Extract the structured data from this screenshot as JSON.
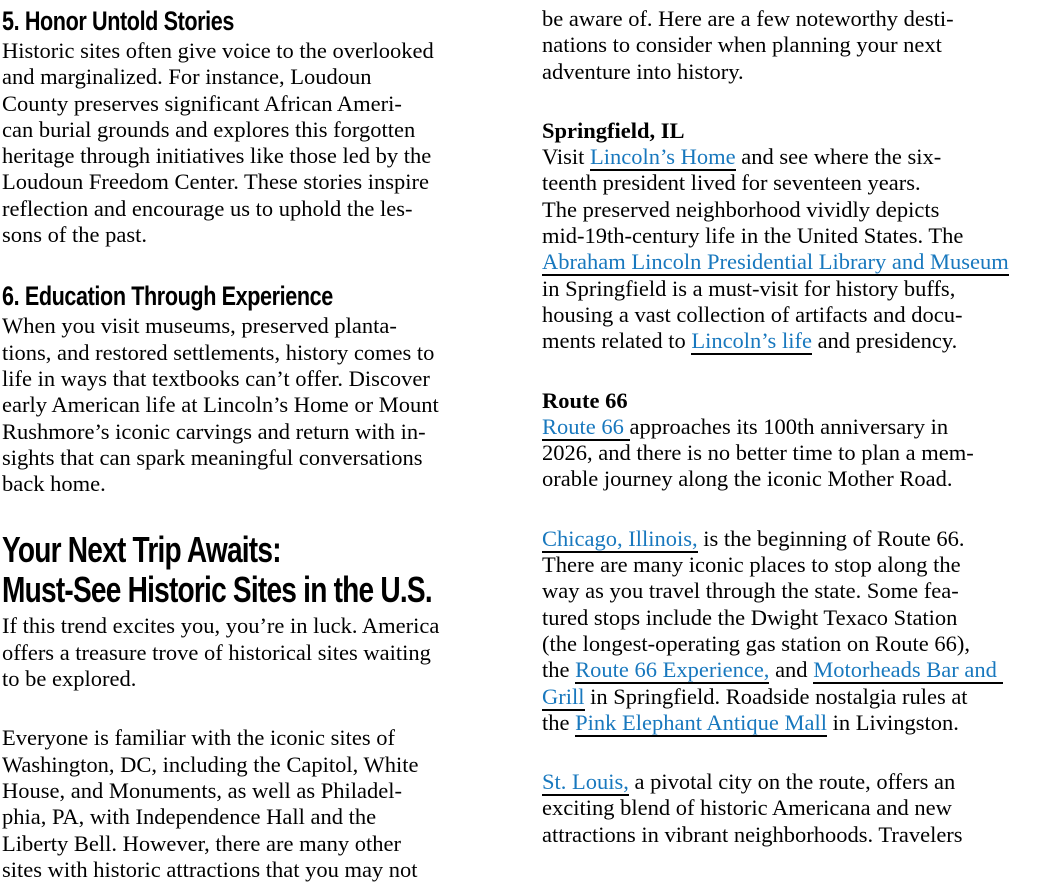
{
  "document": {
    "background": "#ffffff",
    "text_color": "#000000",
    "link_color": "#1878be",
    "link_underline_color": "#000000",
    "columns": [
      {
        "blocks": [
          {
            "type": "h-sans",
            "name": "section-5-heading",
            "lines": [
              [
                {
                  "t": "5. Honor Untold Stories"
                }
              ]
            ]
          },
          {
            "type": "para",
            "name": "section-5-paragraph",
            "lines": [
              [
                {
                  "t": "Historic sites often give voice to the overlooked"
                }
              ],
              [
                {
                  "t": "and marginalized. For instance, Loudoun"
                }
              ],
              [
                {
                  "t": "County preserves significant African Ameri-"
                }
              ],
              [
                {
                  "t": "can burial grounds and explores this forgotten"
                }
              ],
              [
                {
                  "t": "heritage through initiatives like those led by the"
                }
              ],
              [
                {
                  "t": "Loudoun Freedom Center. These stories inspire"
                }
              ],
              [
                {
                  "t": "reflection and encourage us to uphold the les-"
                }
              ],
              [
                {
                  "t": "sons of the past."
                }
              ]
            ]
          },
          {
            "type": "h-sans",
            "name": "section-6-heading",
            "lines": [
              [
                {
                  "t": "6. Education Through Experience"
                }
              ]
            ]
          },
          {
            "type": "para",
            "name": "section-6-paragraph",
            "lines": [
              [
                {
                  "t": "When you visit museums, preserved planta-"
                }
              ],
              [
                {
                  "t": "tions, and restored settlements, history comes to"
                }
              ],
              [
                {
                  "t": "life in ways that textbooks can’t offer. Discover"
                }
              ],
              [
                {
                  "t": "early American life at Lincoln’s Home or Mount"
                }
              ],
              [
                {
                  "t": "Rushmore’s iconic carvings and return with in-"
                }
              ],
              [
                {
                  "t": "sights that can spark meaningful conversations"
                }
              ],
              [
                {
                  "t": "back home."
                }
              ]
            ]
          },
          {
            "type": "h-sans-xl",
            "name": "next-trip-title",
            "lines": [
              [
                {
                  "t": "Your Next Trip Awaits:"
                }
              ],
              [
                {
                  "t": "Must-See Historic Sites in the U.S."
                }
              ]
            ]
          },
          {
            "type": "para",
            "name": "intro-paragraph",
            "lines": [
              [
                {
                  "t": "If this trend excites you, you’re in luck. America"
                }
              ],
              [
                {
                  "t": "offers a treasure trove of historical sites waiting"
                }
              ],
              [
                {
                  "t": "to be explored."
                }
              ]
            ]
          },
          {
            "type": "para",
            "name": "iconic-sites-paragraph",
            "lines": [
              [
                {
                  "t": "Everyone is familiar with the iconic sites of"
                }
              ],
              [
                {
                  "t": "Washington, DC, including the Capitol, White"
                }
              ],
              [
                {
                  "t": "House, and Monuments, as well as Philadel-"
                }
              ],
              [
                {
                  "t": "phia, PA, with Independence Hall and the"
                }
              ],
              [
                {
                  "t": "Liberty Bell. However, there are many other"
                }
              ],
              [
                {
                  "t": "sites with historic attractions that you may not"
                }
              ]
            ]
          }
        ]
      },
      {
        "blocks": [
          {
            "type": "para",
            "name": "continuation-paragraph",
            "lines": [
              [
                {
                  "t": "be aware of. Here are a few noteworthy desti-"
                }
              ],
              [
                {
                  "t": "nations to consider when planning your next"
                }
              ],
              [
                {
                  "t": "adventure into history."
                }
              ]
            ]
          },
          {
            "type": "h-serif",
            "name": "springfield-heading",
            "lines": [
              [
                {
                  "t": "Springfield, IL"
                }
              ]
            ]
          },
          {
            "type": "para",
            "name": "springfield-paragraph",
            "lines": [
              [
                {
                  "t": "Visit "
                },
                {
                  "t": "Lincoln’s Home",
                  "link": "lincolns-home"
                },
                {
                  "t": " and see where the six-"
                }
              ],
              [
                {
                  "t": "teenth president lived for seventeen years."
                }
              ],
              [
                {
                  "t": "The preserved neighborhood vividly depicts"
                }
              ],
              [
                {
                  "t": "mid-19th-century life in the United States. The"
                }
              ],
              [
                {
                  "t": "Abraham Lincoln Presidential Library and Museum",
                  "link": "abraham-lincoln-presidential-library-and-museum"
                }
              ],
              [
                {
                  "t": "in Springfield is a must-visit for history buffs,"
                }
              ],
              [
                {
                  "t": "housing a vast collection of artifacts and docu-"
                }
              ],
              [
                {
                  "t": "ments related to "
                },
                {
                  "t": "Lincoln’s life",
                  "link": "lincolns-life"
                },
                {
                  "t": " and presidency."
                }
              ]
            ]
          },
          {
            "type": "h-serif",
            "name": "route-66-heading",
            "lines": [
              [
                {
                  "t": "Route 66"
                }
              ]
            ]
          },
          {
            "type": "para",
            "name": "route-66-paragraph",
            "lines": [
              [
                {
                  "t": "Route 66 ",
                  "link": "route-66"
                },
                {
                  "t": "approaches its 100th anniversary in"
                }
              ],
              [
                {
                  "t": "2026, and there is no better time to plan a mem-"
                }
              ],
              [
                {
                  "t": "orable journey along the iconic Mother Road."
                }
              ]
            ]
          },
          {
            "type": "para",
            "name": "illinois-stops-paragraph",
            "lines": [
              [
                {
                  "t": "Chicago, Illinois,",
                  "link": "chicago-illinois"
                },
                {
                  "t": " is the beginning of Route 66."
                }
              ],
              [
                {
                  "t": "There are many iconic places to stop along the"
                }
              ],
              [
                {
                  "t": "way as you travel through the state. Some fea-"
                }
              ],
              [
                {
                  "t": "tured stops include the Dwight Texaco Station"
                }
              ],
              [
                {
                  "t": "(the longest-operating gas station on Route 66),"
                }
              ],
              [
                {
                  "t": "the "
                },
                {
                  "t": "Route 66 Experience,",
                  "link": "route-66-experience"
                },
                {
                  "t": " and "
                },
                {
                  "t": "Motorheads Bar and ",
                  "link": "motorheads-bar-and-grill"
                }
              ],
              [
                {
                  "t": "Grill",
                  "link": "motorheads-bar-and-grill"
                },
                {
                  "t": " in Springfield. Roadside nostalgia rules at"
                }
              ],
              [
                {
                  "t": "the "
                },
                {
                  "t": "Pink Elephant Antique Mall",
                  "link": "pink-elephant-antique-mall"
                },
                {
                  "t": " in Livingston."
                }
              ]
            ]
          },
          {
            "type": "para",
            "name": "st-louis-paragraph",
            "lines": [
              [
                {
                  "t": "St. Louis,",
                  "link": "st-louis"
                },
                {
                  "t": " a pivotal city on the route, offers an"
                }
              ],
              [
                {
                  "t": "exciting blend of historic Americana and new"
                }
              ],
              [
                {
                  "t": "attractions in vibrant neighborhoods. Travelers"
                }
              ]
            ]
          }
        ]
      }
    ]
  }
}
